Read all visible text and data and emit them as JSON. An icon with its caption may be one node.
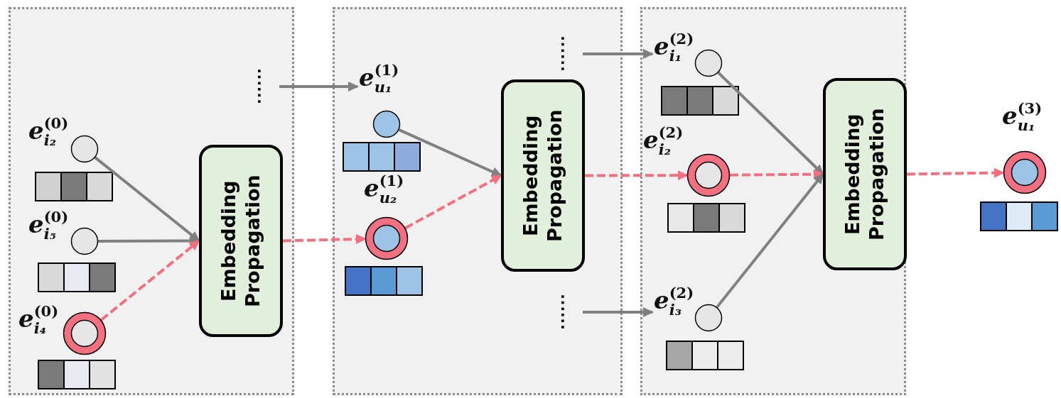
{
  "diagram": {
    "nodes": [
      {
        "text": [],
        "shape": "box"
      },
      {
        "text": [
          "*e*$_{i₂}$$^{(0)}$"
        ],
        "in": 0
      },
      {
        "text": [
          "*e*$_{i₅}$$^{(0)}$"
        ],
        "in": 0
      },
      {
        "text": [
          "*e*$_{i₄}$$^{(0)}$"
        ],
        "in": 0
      },
      {
        "text": [
          "Embedding Propagation"
        ],
        "in": 0
      },
      {
        "text": [
          "......"
        ],
        "in": 0
      },
      {
        "text": [],
        "shape": "box"
      },
      {
        "text": [
          "*e*$_{u₁}$$^{(1)}$"
        ],
        "in": 6
      },
      {
        "text": [
          "*e*$_{u₂}$$^{(1)}$"
        ],
        "in": 6
      },
      {
        "text": [
          "Embedding Propagation"
        ],
        "in": 6
      },
      {
        "text": [
          "......"
        ],
        "in": 6
      },
      {
        "text": [
          "......"
        ],
        "in": 6
      },
      {
        "text": [],
        "shape": "box"
      },
      {
        "text": [
          "*e*$_{i₁}$$^{(2)}$"
        ],
        "in": 12
      },
      {
        "text": [
          "*e*$_{i₂}$$^{(2)}$"
        ],
        "in": 12
      },
      {
        "text": [
          "*e*$_{i₃}$$^{(2)}$"
        ],
        "in": 12
      },
      {
        "text": [
          "Embedding Propagation"
        ],
        "in": 12
      },
      {
        "text": [
          "*e*$_{u₁}$$^{(3)}$"
        ]
      }
    ],
    "edges": [
      {
        "from": 1,
        "to": 4,
        "arrow": "to"
      },
      {
        "from": 2,
        "to": 4,
        "arrow": "to"
      },
      {
        "from": 3,
        "to": 4,
        "arrow": "to",
        "style": "dashed",
        "color": "#f2707f"
      },
      {
        "from": 5,
        "to": 7,
        "arrow": "to"
      },
      {
        "from": 4,
        "to": 8,
        "arrow": "to",
        "style": "dashed",
        "color": "#f2707f"
      },
      {
        "from": 7,
        "to": 9,
        "arrow": "to"
      },
      {
        "from": 8,
        "to": 9,
        "arrow": "to",
        "style": "dashed",
        "color": "#f2707f"
      },
      {
        "from": 10,
        "to": 13,
        "arrow": "to"
      },
      {
        "from": 11,
        "to": 15,
        "arrow": "to"
      },
      {
        "from": 9,
        "to": 14,
        "arrow": "to",
        "style": "dashed",
        "color": "#f2707f"
      },
      {
        "from": 13,
        "to": 16,
        "arrow": "to"
      },
      {
        "from": 14,
        "to": 16,
        "arrow": "to",
        "style": "dashed",
        "color": "#f2707f"
      },
      {
        "from": 15,
        "to": 16,
        "arrow": "to"
      },
      {
        "from": 16,
        "to": 17,
        "arrow": "to",
        "style": "dashed",
        "color": "#f2707f"
      }
    ]
  }
}
